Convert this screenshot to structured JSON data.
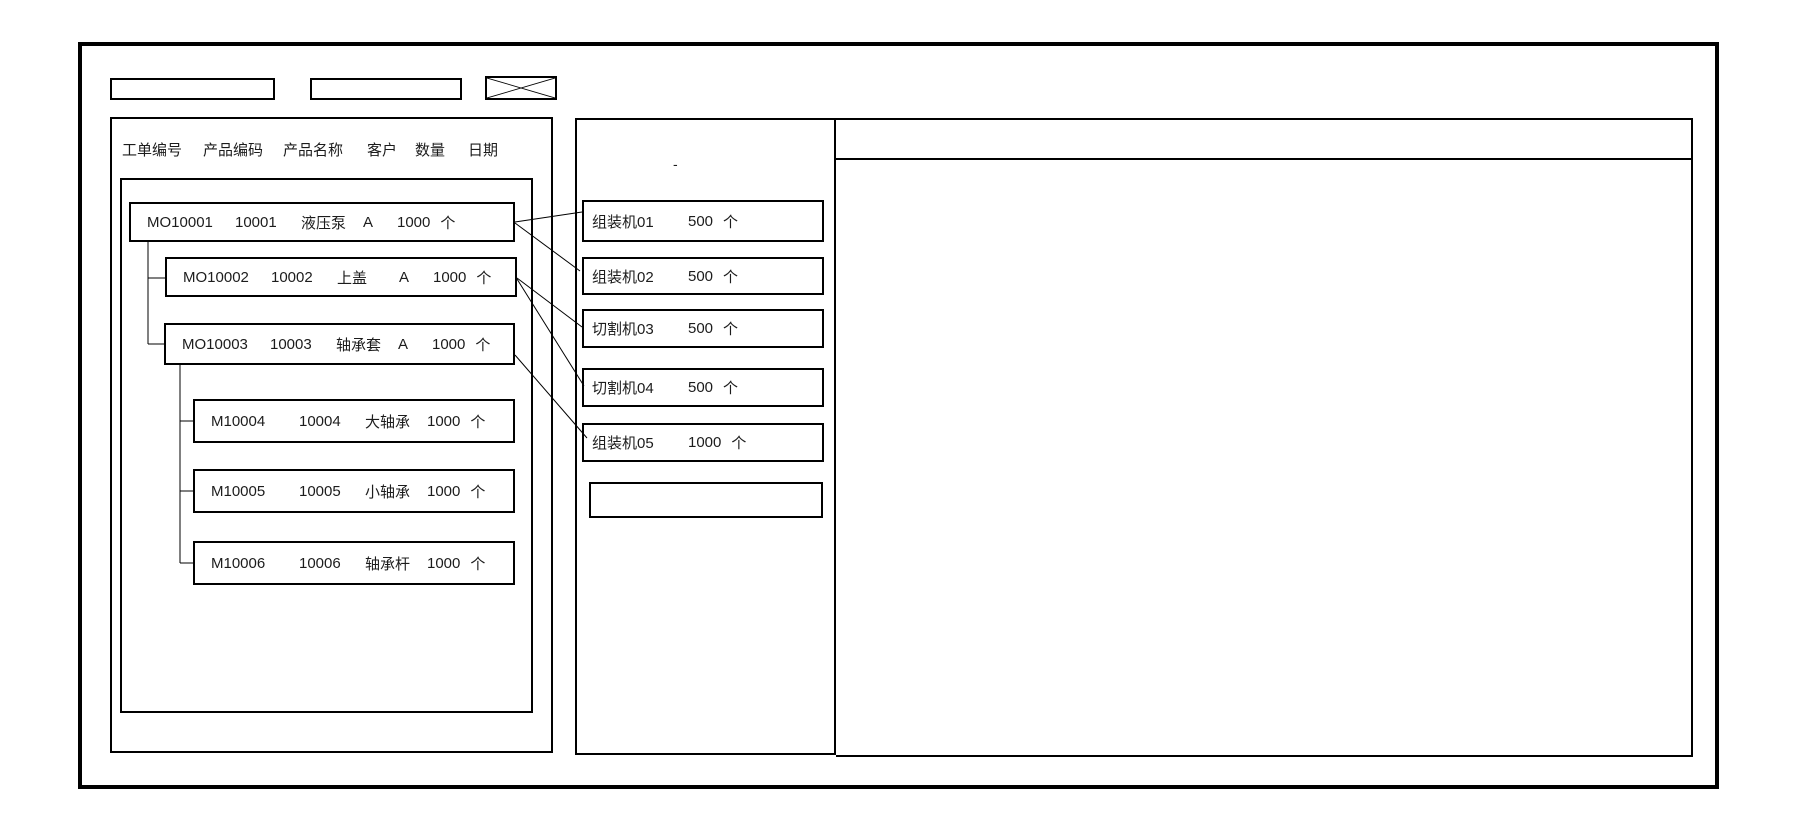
{
  "colors": {
    "line": "#000000",
    "text": "#1c1c1c",
    "background": "#ffffff"
  },
  "toolbar": {
    "field1_value": "",
    "field2_value": ""
  },
  "order_panel": {
    "columns": [
      "工单编号",
      "产品编码",
      "产品名称",
      "客户",
      "数量",
      "日期"
    ],
    "orders": [
      {
        "order_no": "MO10001",
        "product_code": "10001",
        "product_name": "液压泵",
        "customer": "A",
        "qty": "1000",
        "unit": "个"
      },
      {
        "order_no": "MO10002",
        "product_code": "10002",
        "product_name": "上盖",
        "customer": "A",
        "qty": "1000",
        "unit": "个"
      },
      {
        "order_no": "MO10003",
        "product_code": "10003",
        "product_name": "轴承套",
        "customer": "A",
        "qty": "1000",
        "unit": "个"
      },
      {
        "order_no": "M10004",
        "product_code": "10004",
        "product_name": "大轴承",
        "customer": "",
        "qty": "1000",
        "unit": "个"
      },
      {
        "order_no": "M10005",
        "product_code": "10005",
        "product_name": "小轴承",
        "customer": "",
        "qty": "1000",
        "unit": "个"
      },
      {
        "order_no": "M10006",
        "product_code": "10006",
        "product_name": "轴承杆",
        "customer": "",
        "qty": "1000",
        "unit": "个"
      }
    ]
  },
  "machine_panel": {
    "stray_mark": "-",
    "machines": [
      {
        "name": "组装机01",
        "qty": "500",
        "unit": "个"
      },
      {
        "name": "组装机02",
        "qty": "500",
        "unit": "个"
      },
      {
        "name": "切割机03",
        "qty": "500",
        "unit": "个"
      },
      {
        "name": "切割机04",
        "qty": "500",
        "unit": "个"
      },
      {
        "name": "组装机05",
        "qty": "1000",
        "unit": "个"
      }
    ],
    "empty_slot_value": ""
  },
  "detail_panel": {}
}
